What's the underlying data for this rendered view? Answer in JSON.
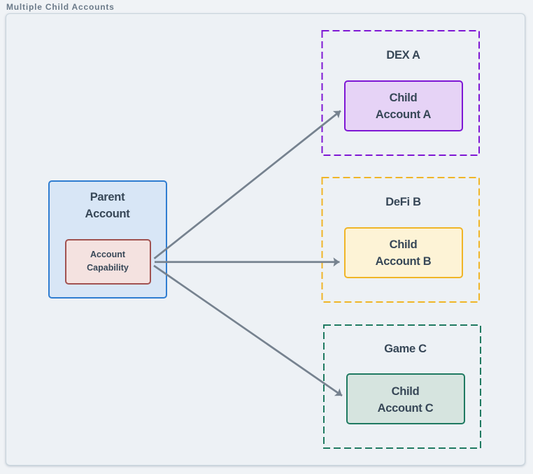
{
  "title": "Multiple Child Accounts",
  "colors": {
    "page_background": "#f0f3f6",
    "panel_background": "#edf1f5",
    "panel_border": "#c9d4dc",
    "title_text": "#6b7a89",
    "node_text": "#374757",
    "arrow": "#76828f",
    "parent_fill": "#d8e6f6",
    "parent_border": "#2f7dd1",
    "capability_fill": "#f4e2e0",
    "capability_border": "#a15250",
    "dex_accent": "#7e17d4",
    "dex_fill": "#e6d3f6",
    "defi_accent": "#f0b527",
    "defi_fill": "#fdf3d6",
    "game_accent": "#1f7a61",
    "game_fill": "#d6e4df"
  },
  "parent": {
    "label": "Parent\nAccount",
    "capability_label": "Account\nCapability"
  },
  "groups": [
    {
      "label": "DEX A",
      "child_label": "Child\nAccount A",
      "accent": "#7e17d4"
    },
    {
      "label": "DeFi B",
      "child_label": "Child\nAccount B",
      "accent": "#f0b527"
    },
    {
      "label": "Game C",
      "child_label": "Child\nAccount C",
      "accent": "#1f7a61"
    }
  ]
}
